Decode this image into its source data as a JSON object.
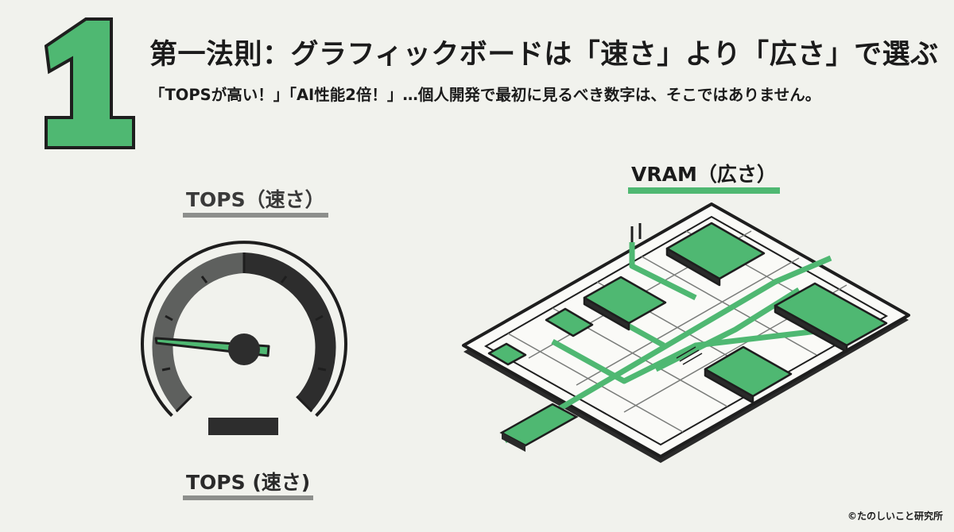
{
  "slide": {
    "number": "1",
    "title": "第一法則：グラフィックボードは「速さ」より「広さ」で選ぶ",
    "subtitle": "「TOPSが高い！」「AI性能2倍！」…個人開発で最初に見るべき数字は、そこではありません。"
  },
  "gauge": {
    "label_top": "TOPS（速さ）",
    "label_bottom": "TOPS (速さ)"
  },
  "memory": {
    "label": "VRAM（広さ）"
  },
  "credit": "©たのしいこと研究所",
  "colors": {
    "accent": "#4fb872",
    "dark": "#2a2a2a",
    "gray": "#6d6f6d",
    "background": "#f1f2ed"
  },
  "icons": [
    "speedometer-icon",
    "memory-board-icon"
  ]
}
